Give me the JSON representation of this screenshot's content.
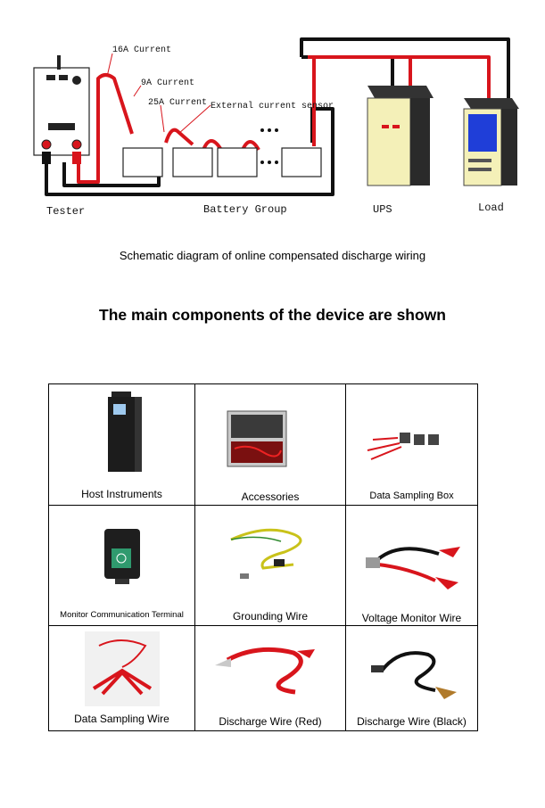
{
  "diagram": {
    "nodes": {
      "tester": "Tester",
      "battery_group": "Battery Group",
      "ups": "UPS",
      "load": "Load"
    },
    "annotations": {
      "current_16a": "16A Current",
      "current_9a": "9A Current",
      "current_25a": "25A Current",
      "sensor": "External current sensor"
    },
    "caption": "Schematic diagram of online compensated discharge wiring"
  },
  "components": {
    "heading": "The main components of the device are shown",
    "items": [
      {
        "label": "Host Instruments"
      },
      {
        "label": "Accessories"
      },
      {
        "label": "Data Sampling Box"
      },
      {
        "label": "Monitor Communication Terminal"
      },
      {
        "label": "Grounding Wire"
      },
      {
        "label": "Voltage Monitor Wire"
      },
      {
        "label": "Data Sampling Wire"
      },
      {
        "label": "Discharge Wire (Red)"
      },
      {
        "label": "Discharge Wire (Black)"
      }
    ]
  },
  "colors": {
    "wire_red": "#d8151c",
    "wire_black": "#111111",
    "ups_panel": "#f4f0b8",
    "load_screen": "#1f3ed8"
  }
}
